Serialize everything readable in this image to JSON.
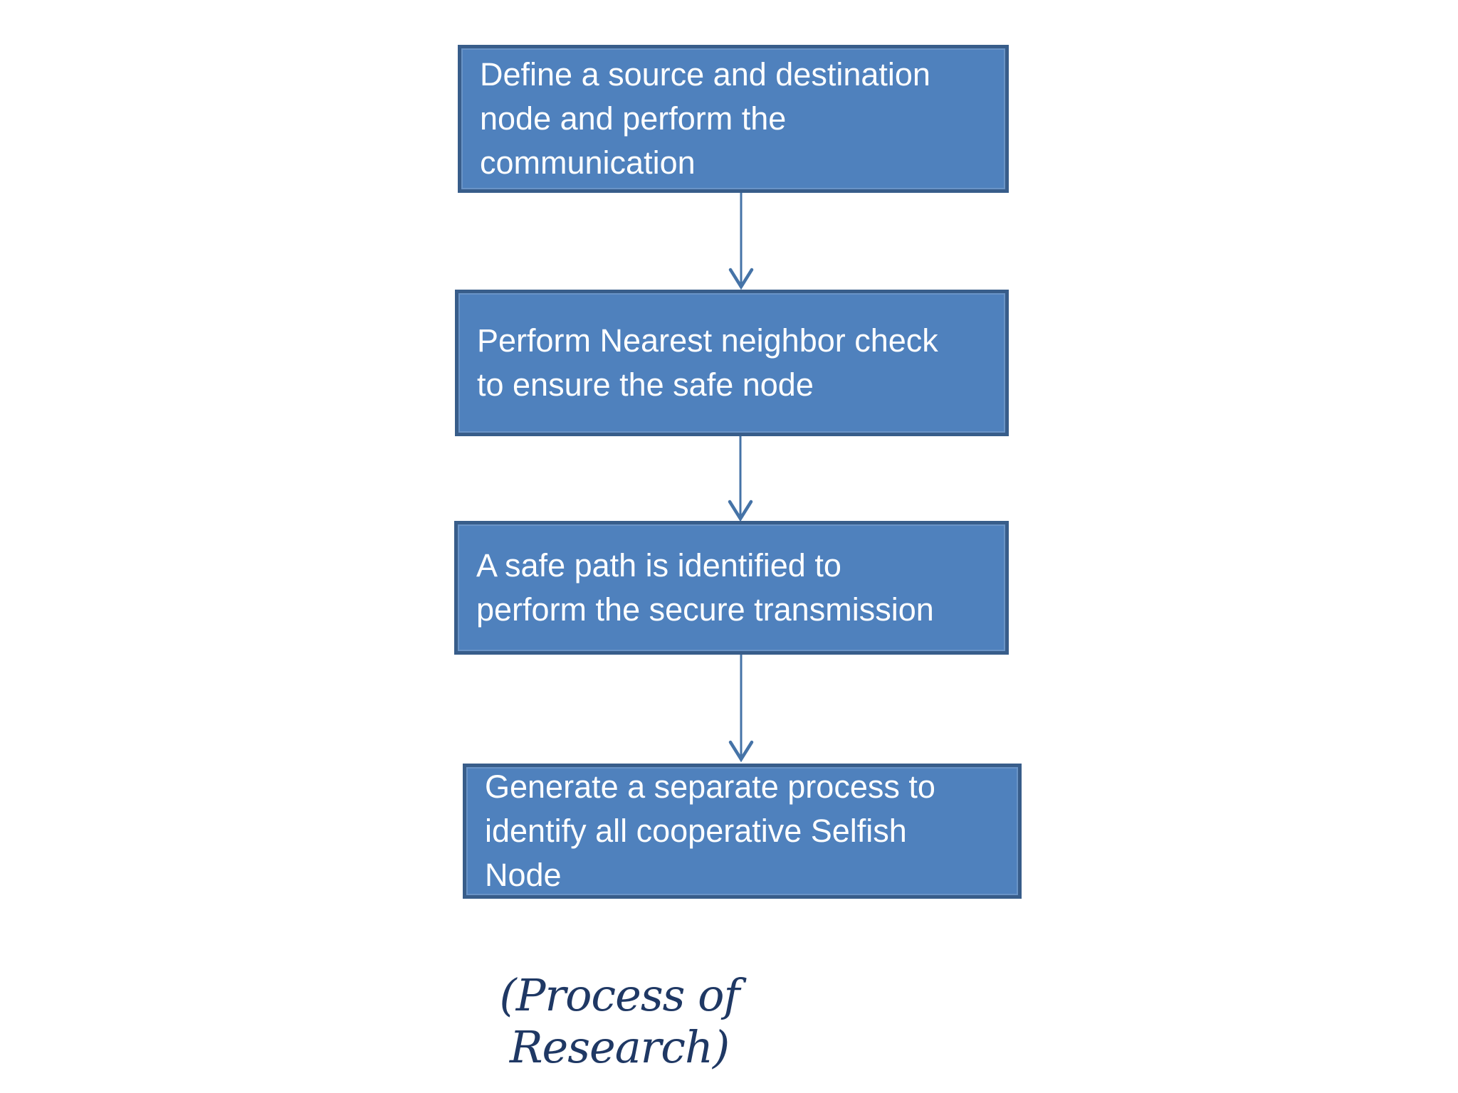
{
  "flowchart": {
    "type": "vertical-flow",
    "steps": [
      {
        "id": 1,
        "text": "Define a source and destination\nnode and perform the\ncommunication"
      },
      {
        "id": 2,
        "text": "Perform Nearest neighbor check\nto ensure the safe node"
      },
      {
        "id": 3,
        "text": "A safe path is identified to\nperform the secure transmission"
      },
      {
        "id": 4,
        "text": "Generate a separate process to\nidentify all cooperative Selfish\nNode"
      }
    ],
    "connectors": [
      {
        "from": 1,
        "to": 2,
        "type": "arrow-down"
      },
      {
        "from": 2,
        "to": 3,
        "type": "arrow-down"
      },
      {
        "from": 3,
        "to": 4,
        "type": "arrow-down"
      }
    ],
    "caption": "(Process of Research)",
    "colors": {
      "box_fill": "#4F81BD",
      "box_border": "#385D8A",
      "arrow": "#4573A7",
      "caption_text": "#1F3864",
      "box_text": "#FFFFFF",
      "background": "#FFFFFF"
    }
  }
}
